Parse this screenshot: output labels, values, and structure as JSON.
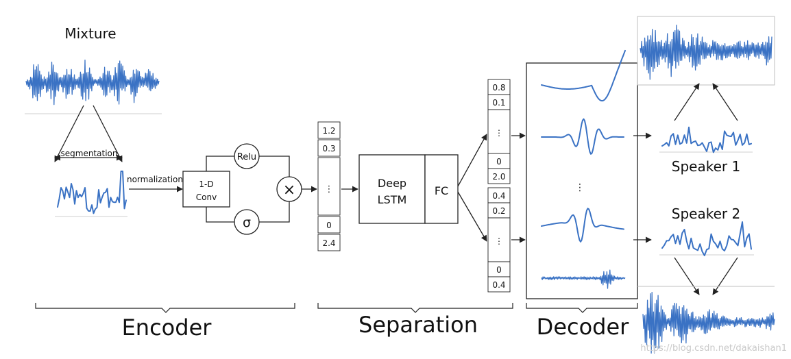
{
  "mixture_label": "Mixture",
  "segmentation_label": "segmentation",
  "normalization_label": "normalization",
  "conv_label_line1": "1-D",
  "conv_label_line2": "Conv",
  "relu_label": "Relu",
  "sigma_label": "σ",
  "multiply_symbol": "×",
  "encoder_vector": [
    "1.2",
    "0.3",
    "⋮",
    "0",
    "2.4"
  ],
  "lstm_label_line1": "Deep",
  "lstm_label_line2": "LSTM",
  "fc_label": "FC",
  "mask_vector_1": [
    "0.8",
    "0.1",
    "⋮",
    "0",
    "2.0"
  ],
  "mask_vector_2": [
    "0.4",
    "0.2",
    "⋮",
    "0",
    "0.4"
  ],
  "ellipsis": "⋮",
  "speaker_1_label": "Speaker 1",
  "speaker_2_label": "Speaker 2",
  "section_encoder": "Encoder",
  "section_separation": "Separation",
  "section_decoder": "Decoder",
  "watermark": "https://blog.csdn.net/dakaishan1",
  "colors": {
    "waveform": "#3a72c4",
    "lines": "#222222"
  }
}
